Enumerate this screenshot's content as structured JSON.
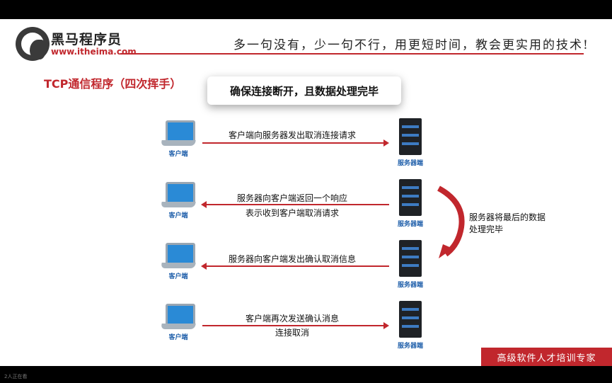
{
  "header": {
    "brand_name": "黑马程序员",
    "brand_url": "www.itheima.com",
    "slogan": "多一句没有，少一句不行，用更短时间，教会更实用的技术!"
  },
  "slide": {
    "title": "TCP通信程序（四次挥手）",
    "bubble_text": "确保连接断开，且数据处理完毕",
    "client_label": "客户端",
    "server_label": "服务器端",
    "messages": [
      {
        "line1": "客户端向服务器发出取消连接请求",
        "line2": ""
      },
      {
        "line1": "服务器向客户端返回一个响应",
        "line2": "表示收到客户端取消请求"
      },
      {
        "line1": "服务器向客户端发出确认取消信息",
        "line2": ""
      },
      {
        "line1": "客户端再次发送确认消息",
        "line2": "连接取消"
      }
    ],
    "note_line1": "服务器将最后的数据",
    "note_line2": "处理完毕",
    "bottom_banner": "高级软件人才培训专家"
  },
  "status": {
    "viewers": "2人正在看"
  },
  "colors": {
    "accent_red": "#c1272d",
    "label_blue": "#1f5faa"
  }
}
